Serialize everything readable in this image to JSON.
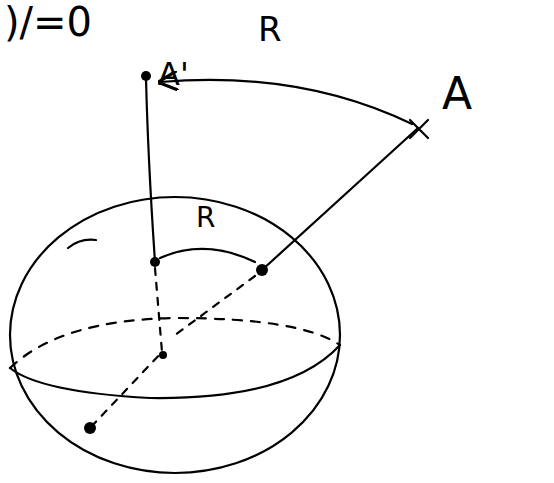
{
  "diagram": {
    "labels": [
      ")/=0",
      "A'",
      "R",
      "A",
      "R"
    ]
  }
}
